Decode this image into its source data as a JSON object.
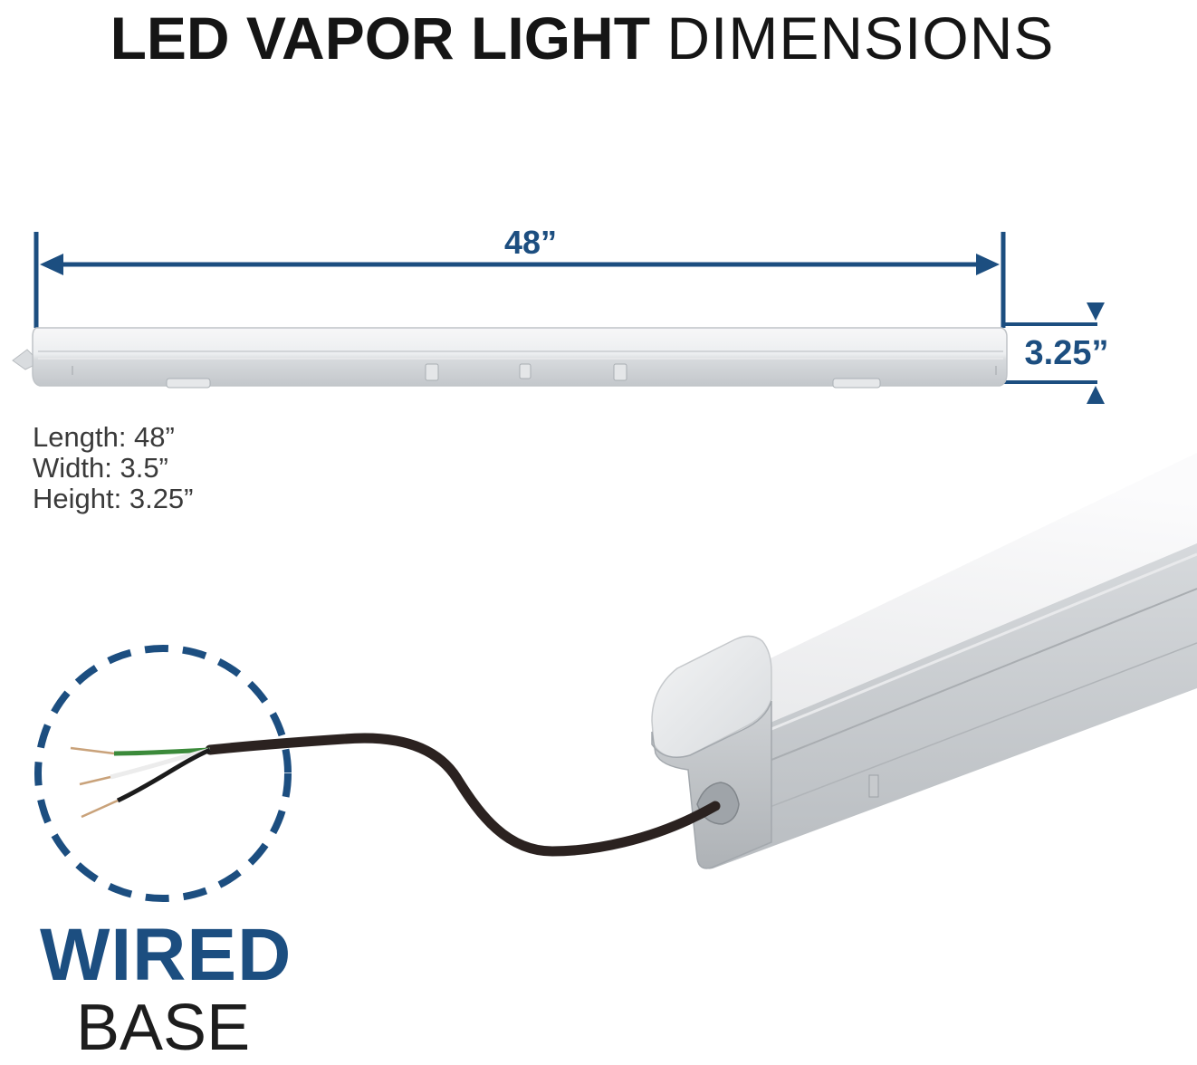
{
  "title": {
    "bold": "LED VAPOR LIGHT",
    "light": "DIMENSIONS"
  },
  "dimensions": {
    "length_label": "48”",
    "height_label": "3.25”"
  },
  "specs": {
    "length": "Length: 48”",
    "width": "Width: 3.5”",
    "height": "Height: 3.25”"
  },
  "callout": {
    "line1": "WIRED",
    "line2": "BASE"
  },
  "colors": {
    "accent_blue": "#1c4e80",
    "text_dark": "#151515",
    "fixture_gray": "#c9ccd0",
    "lens_white": "#f4f5f6",
    "cable": "#2b2220"
  }
}
